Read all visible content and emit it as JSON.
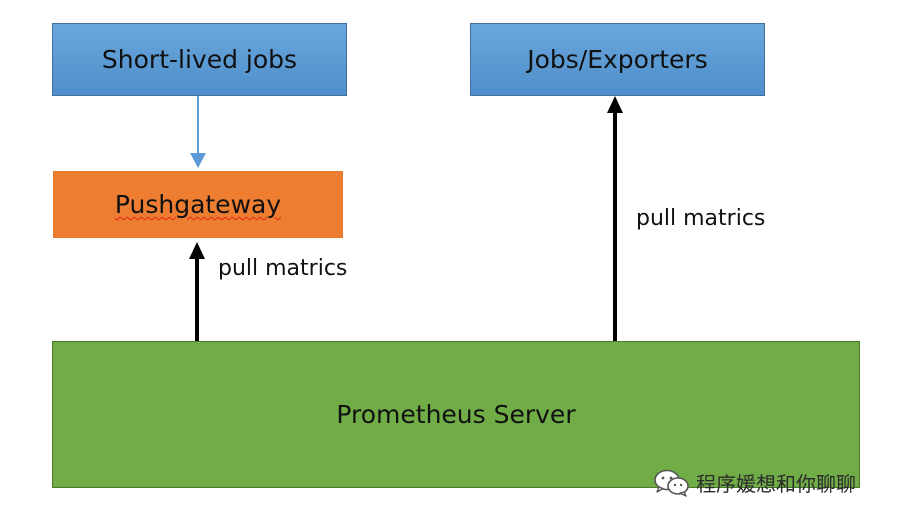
{
  "nodes": {
    "short_lived_jobs": "Short-lived jobs",
    "jobs_exporters": "Jobs/Exporters",
    "pushgateway": "Pushgateway",
    "prometheus_server": "Prometheus Server"
  },
  "edges": {
    "pushgateway_label": "pull matrics",
    "jobs_label": "pull matrics"
  },
  "watermark": {
    "text": "程序媛想和你聊聊",
    "icon": "wechat-icon"
  },
  "colors": {
    "blue_box": "#5b9bd5",
    "orange_box": "#ed7d31",
    "green_box": "#70ad47",
    "blue_arrow": "#5b9bd5",
    "black_arrow": "#000000",
    "spell_squiggle": "#e0211b"
  }
}
